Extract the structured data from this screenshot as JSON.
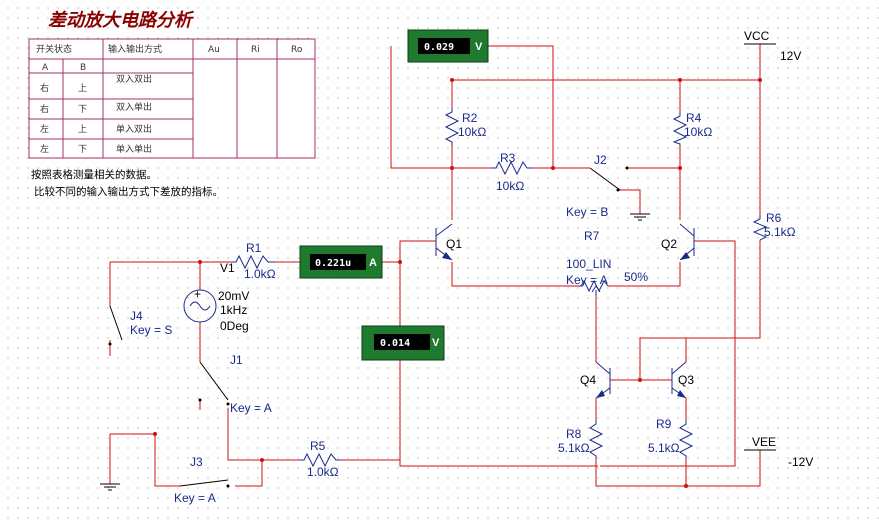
{
  "title": "差动放大电路分析",
  "table": {
    "headers": [
      "开关状态",
      "输入输出方式",
      "Au",
      "Ri",
      "Ro"
    ],
    "subheaders": [
      "A",
      "B"
    ],
    "rows": [
      {
        "a": "右",
        "b": "上",
        "mode": "双入双出"
      },
      {
        "a": "右",
        "b": "下",
        "mode": "双入单出"
      },
      {
        "a": "左",
        "b": "上",
        "mode": "单入双出"
      },
      {
        "a": "左",
        "b": "下",
        "mode": "单入单出"
      }
    ]
  },
  "notes": [
    "按照表格测量相关的数据。",
    "比较不同的输入输出方式下差放的指标。"
  ],
  "meters": {
    "top": {
      "value": "0.029",
      "unit": "V"
    },
    "input": {
      "value": "0.221u",
      "unit": "A"
    },
    "mid": {
      "value": "0.014",
      "unit": "V"
    }
  },
  "components": {
    "R1": {
      "name": "R1",
      "value": "1.0kΩ"
    },
    "R2": {
      "name": "R2",
      "value": "10kΩ"
    },
    "R3": {
      "name": "R3",
      "value": "10kΩ"
    },
    "R4": {
      "name": "R4",
      "value": "10kΩ"
    },
    "R5": {
      "name": "R5",
      "value": "1.0kΩ"
    },
    "R6": {
      "name": "R6",
      "value": "5.1kΩ"
    },
    "R7": {
      "name": "R7",
      "value": "100_LIN",
      "key": "Key = A",
      "pct": "50%"
    },
    "R8": {
      "name": "R8",
      "value": "5.1kΩ"
    },
    "R9": {
      "name": "R9",
      "value": "5.1kΩ"
    },
    "V1": {
      "name": "V1",
      "l1": "20mV",
      "l2": "1kHz",
      "l3": "0Deg"
    },
    "J1": {
      "name": "J1",
      "key": "Key = A"
    },
    "J2": {
      "name": "J2",
      "key": "Key = B"
    },
    "J3": {
      "name": "J3",
      "key": "Key = A"
    },
    "J4": {
      "name": "J4",
      "key": "Key = S"
    },
    "Q1": "Q1",
    "Q2": "Q2",
    "Q3": "Q3",
    "Q4": "Q4",
    "VCC": {
      "name": "VCC",
      "value": "12V"
    },
    "VEE": {
      "name": "VEE",
      "value": "-12V"
    }
  }
}
